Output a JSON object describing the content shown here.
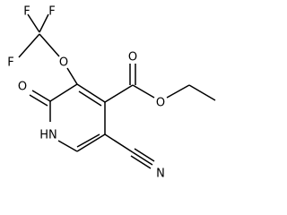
{
  "molecule": {
    "atom_labels": {
      "f1": "F",
      "f2": "F",
      "f3": "F",
      "o_ether": "O",
      "o_carbonyl_left": "O",
      "o_carbonyl_ester": "O",
      "o_ester": "O",
      "nh": "HN",
      "n_nitrile": "N"
    }
  }
}
